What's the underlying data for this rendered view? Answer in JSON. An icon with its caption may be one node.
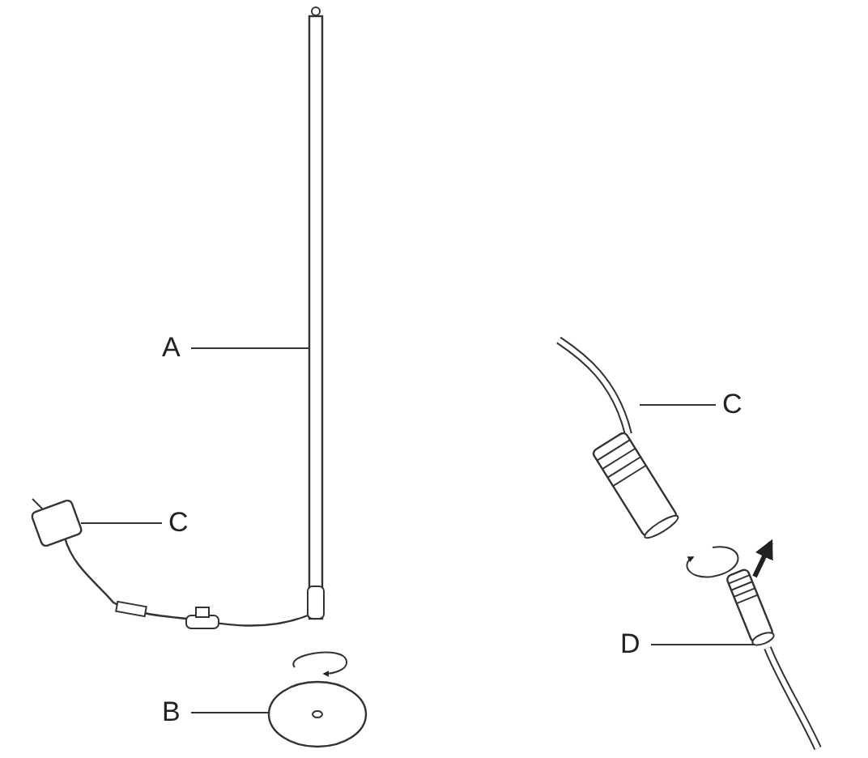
{
  "diagram": {
    "nodes": [
      {
        "text": [
          "A"
        ]
      },
      {
        "text": [],
        "shape": "bar"
      },
      {
        "text": [
          "C"
        ]
      },
      {
        "text": [],
        "shape": "box"
      },
      {
        "text": [
          "B"
        ]
      },
      {
        "text": [],
        "shape": "circle"
      },
      {
        "text": [
          "C"
        ]
      },
      {
        "text": [],
        "shape": "cylinder"
      },
      {
        "text": [
          "D"
        ]
      },
      {
        "text": [],
        "shape": "cylinder"
      }
    ],
    "edges": [
      {
        "from": 0,
        "to": 1,
        "arrow": "none"
      },
      {
        "from": 2,
        "to": 3,
        "arrow": "none"
      },
      {
        "from": 4,
        "to": 5,
        "arrow": "none"
      },
      {
        "from": 6,
        "to": 7,
        "arrow": "none"
      },
      {
        "from": 8,
        "to": 9,
        "arrow": "none"
      }
    ]
  }
}
